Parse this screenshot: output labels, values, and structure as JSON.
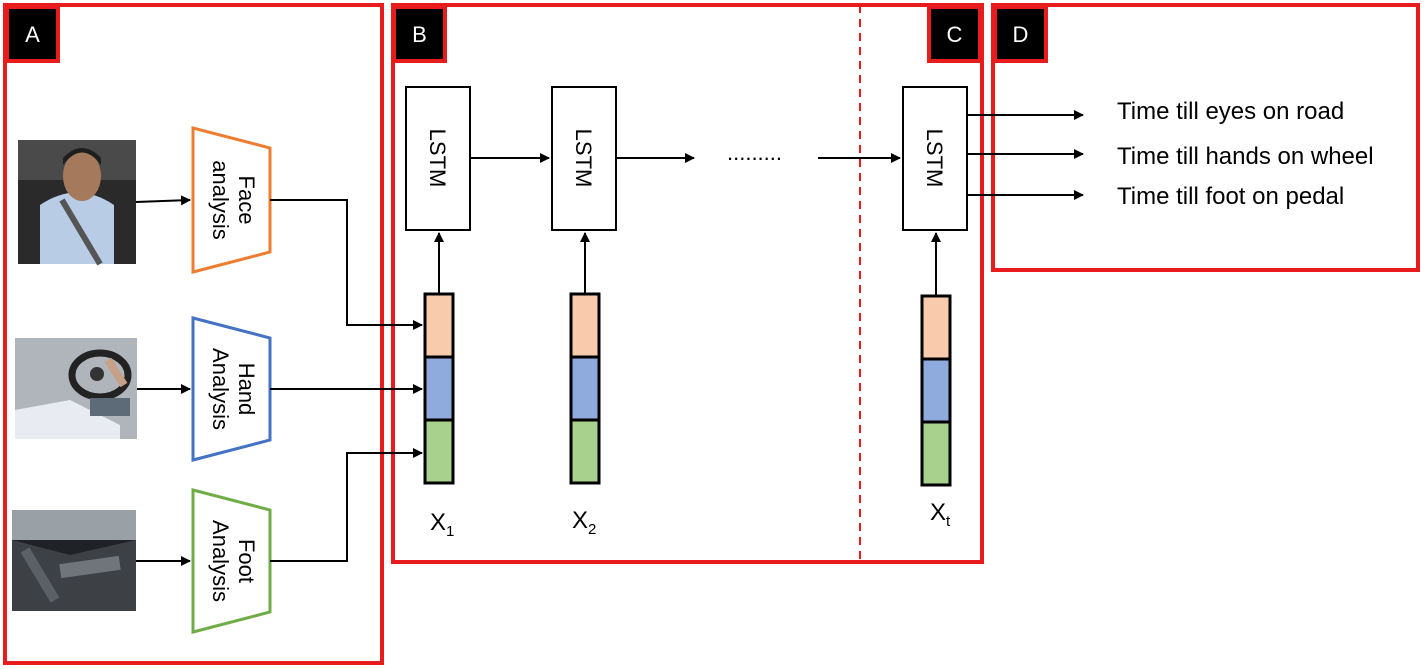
{
  "sections": {
    "a": "A",
    "b": "B",
    "c": "C",
    "d": "D"
  },
  "images": [
    {
      "name": "face-camera-image",
      "subject": "driver face view"
    },
    {
      "name": "hand-camera-image",
      "subject": "driver hands on steering wheel view"
    },
    {
      "name": "foot-camera-image",
      "subject": "driver feet and pedals view"
    }
  ],
  "analysis_blocks": {
    "face": {
      "line1": "Face",
      "line2": "analysis",
      "color": "#ED7D31"
    },
    "hand": {
      "line1": "Hand",
      "line2": "Analysis",
      "color": "#4472C4"
    },
    "foot": {
      "line1": "Foot",
      "line2": "Analysis",
      "color": "#70AD47"
    }
  },
  "lstm": {
    "label": "LSTM",
    "ellipsis": "........."
  },
  "feature_vectors": {
    "colors": {
      "face": "#F8CBAD",
      "hand": "#8FAADC",
      "foot": "#A9D18E"
    },
    "x1": {
      "base": "X",
      "sub": "1"
    },
    "x2": {
      "base": "X",
      "sub": "2"
    },
    "xt": {
      "base": "X",
      "sub": "t"
    }
  },
  "outputs": [
    "Time till eyes on road",
    "Time till hands on wheel",
    "Time till foot on pedal"
  ],
  "colors": {
    "frame": "#E81C1C",
    "badge": "#000000"
  }
}
